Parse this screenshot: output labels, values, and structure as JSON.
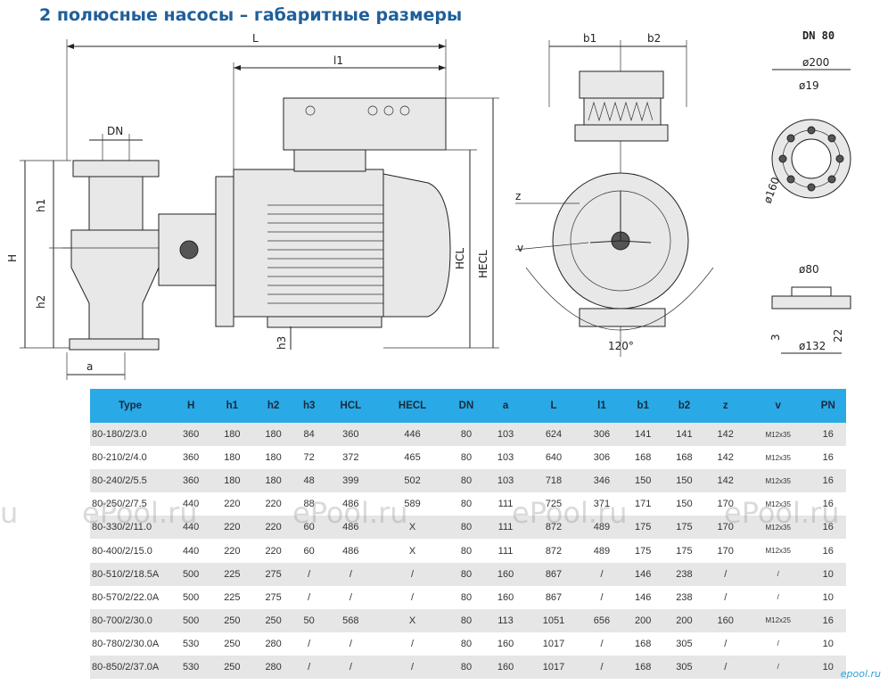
{
  "title": "2 полюсные насосы – габаритные размеры",
  "drawing_labels": {
    "L": "L",
    "l1": "l1",
    "DN": "DN",
    "H": "H",
    "h1": "h1",
    "h2": "h2",
    "h3": "h3",
    "a": "a",
    "HCL": "HCL",
    "HECL": "HECL",
    "b1": "b1",
    "b2": "b2",
    "z": "z",
    "v": "v",
    "angle": "120°",
    "flange_title": "DN 80",
    "d200": "ø200",
    "d19": "ø19",
    "d160": "ø160",
    "d80": "ø80",
    "d132": "ø132",
    "t3": "3",
    "t22": "22"
  },
  "table": {
    "headers": [
      "Type",
      "H",
      "h1",
      "h2",
      "h3",
      "HCL",
      "HECL",
      "DN",
      "a",
      "L",
      "l1",
      "b1",
      "b2",
      "z",
      "v",
      "PN"
    ],
    "rows": [
      [
        "80-180/2/3.0",
        "360",
        "180",
        "180",
        "84",
        "360",
        "446",
        "80",
        "103",
        "624",
        "306",
        "141",
        "141",
        "142",
        "M12x35",
        "16"
      ],
      [
        "80-210/2/4.0",
        "360",
        "180",
        "180",
        "72",
        "372",
        "465",
        "80",
        "103",
        "640",
        "306",
        "168",
        "168",
        "142",
        "M12x35",
        "16"
      ],
      [
        "80-240/2/5.5",
        "360",
        "180",
        "180",
        "48",
        "399",
        "502",
        "80",
        "103",
        "718",
        "346",
        "150",
        "150",
        "142",
        "M12x35",
        "16"
      ],
      [
        "80-250/2/7.5",
        "440",
        "220",
        "220",
        "88",
        "486",
        "589",
        "80",
        "111",
        "725",
        "371",
        "171",
        "150",
        "170",
        "M12x35",
        "16"
      ],
      [
        "80-330/2/11.0",
        "440",
        "220",
        "220",
        "60",
        "486",
        "X",
        "80",
        "111",
        "872",
        "489",
        "175",
        "175",
        "170",
        "M12x35",
        "16"
      ],
      [
        "80-400/2/15.0",
        "440",
        "220",
        "220",
        "60",
        "486",
        "X",
        "80",
        "111",
        "872",
        "489",
        "175",
        "175",
        "170",
        "M12x35",
        "16"
      ],
      [
        "80-510/2/18.5A",
        "500",
        "225",
        "275",
        "/",
        "/",
        "/",
        "80",
        "160",
        "867",
        "/",
        "146",
        "238",
        "/",
        "/",
        "10"
      ],
      [
        "80-570/2/22.0A",
        "500",
        "225",
        "275",
        "/",
        "/",
        "/",
        "80",
        "160",
        "867",
        "/",
        "146",
        "238",
        "/",
        "/",
        "10"
      ],
      [
        "80-700/2/30.0",
        "500",
        "250",
        "250",
        "50",
        "568",
        "X",
        "80",
        "113",
        "1051",
        "656",
        "200",
        "200",
        "160",
        "M12x25",
        "16"
      ],
      [
        "80-780/2/30.0A",
        "530",
        "250",
        "280",
        "/",
        "/",
        "/",
        "80",
        "160",
        "1017",
        "/",
        "168",
        "305",
        "/",
        "/",
        "10"
      ],
      [
        "80-850/2/37.0A",
        "530",
        "250",
        "280",
        "/",
        "/",
        "/",
        "80",
        "160",
        "1017",
        "/",
        "168",
        "305",
        "/",
        "/",
        "10"
      ]
    ]
  },
  "watermarks": [
    "u",
    "ePool.ru",
    "ePool.ru",
    "ePool.ru",
    "ePool.ru"
  ],
  "corner_logo": "epool.ru"
}
